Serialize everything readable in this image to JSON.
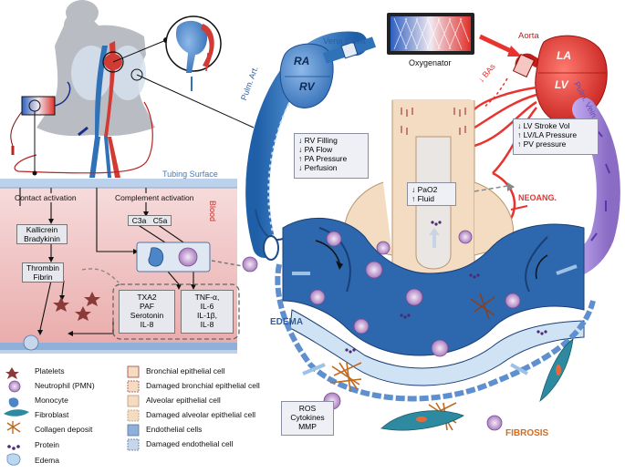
{
  "labels": {
    "vena_cava": "Vena Cava",
    "oxygenator": "Oxygenator",
    "aorta": "Aorta",
    "ra": "RA",
    "rv": "RV",
    "la": "LA",
    "lv": "LV",
    "pulm_art": "Pulm. Art.",
    "pulm_vein": "Pulm. Vein",
    "bas": "↓ BAs",
    "neoang": "NEOANG.",
    "edema": "EDEMA",
    "fibrosis": "FIBROSIS",
    "tubing_surface": "Tubing Surface",
    "blood": "Blood"
  },
  "rv_box": [
    "↓ RV Filling",
    "↓ PA Flow",
    "↑ PA Pressure",
    "↓ Perfusion"
  ],
  "lv_box": [
    "↓ LV Stroke Vol",
    "↑ LV/LA Pressure",
    "↑ PV pressure"
  ],
  "pao2_box": [
    "↓ PaO2",
    "↑ Fluid"
  ],
  "ros_box": [
    "ROS",
    "Cytokines",
    "MMP"
  ],
  "cascade": {
    "contact": "Contact activation",
    "complement": "Complement activation",
    "kallicrein": "Kallicrein",
    "bradykinin": "Bradykinin",
    "thrombin": "Thrombin",
    "fibrin": "Fibrin",
    "c3a": "C3a",
    "c5a": "C5a",
    "mediators_left": [
      "TXA2",
      "PAF",
      "Serotonin",
      "IL-8"
    ],
    "mediators_right": [
      "TNF-α,",
      "IL-6",
      "IL-1β,",
      "IL-8"
    ]
  },
  "legend": {
    "col1": [
      "Platelets",
      "Neutrophil (PMN)",
      "Monocyte",
      "Fibroblast",
      "Collagen deposit",
      "Protein",
      "Edema"
    ],
    "col2": [
      "Bronchial epithelial cell",
      "Damaged bronchial epithelial cell",
      "Alveolar epithelial cell",
      "Damaged alveolar epithelial cell",
      "Endothelial cells",
      "Damaged endothelial cell"
    ]
  },
  "colors": {
    "venous": "#2f72b8",
    "arterial": "#e8332e",
    "lymph_purple": "#9b7fd0",
    "tissue_tan": "#f3dcc2",
    "blood_pink": "#f2c8c8"
  }
}
